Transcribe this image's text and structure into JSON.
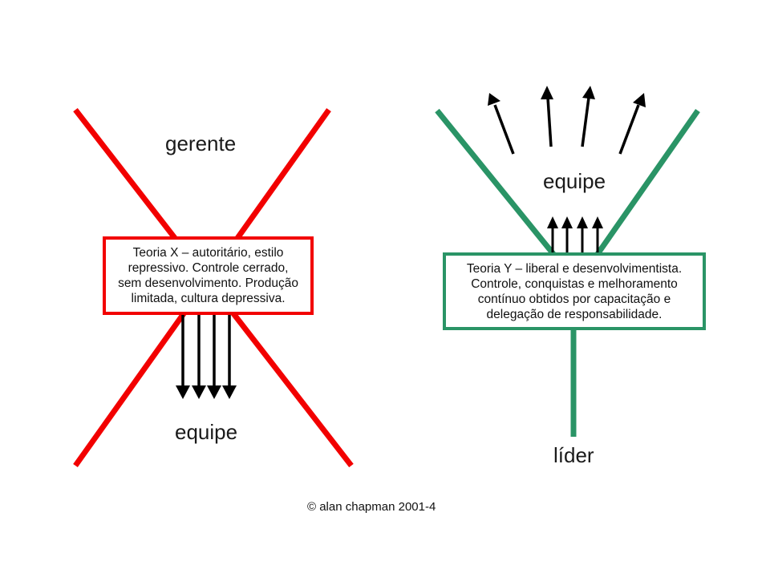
{
  "colors": {
    "theory_x": "#f20000",
    "theory_y": "#2a9466",
    "arrow": "#000000",
    "text": "#1a1a1a"
  },
  "theory_x": {
    "top_label": "gerente",
    "bottom_label": "equipe",
    "box_lines": [
      "Teoria X – autoritário, estilo",
      "repressivo. Controle cerrado,",
      "sem desenvolvimento. Produção",
      "limitada, cultura depressiva."
    ]
  },
  "theory_y": {
    "top_label": "equipe",
    "bottom_label": "líder",
    "box_lines": [
      "Teoria Y – liberal e desenvolvimentista.",
      "Controle, conquistas e melhoramento",
      "contínuo obtidos por capacitação e",
      "delegação de responsabilidade."
    ]
  },
  "credit": "© alan chapman 2001-4"
}
